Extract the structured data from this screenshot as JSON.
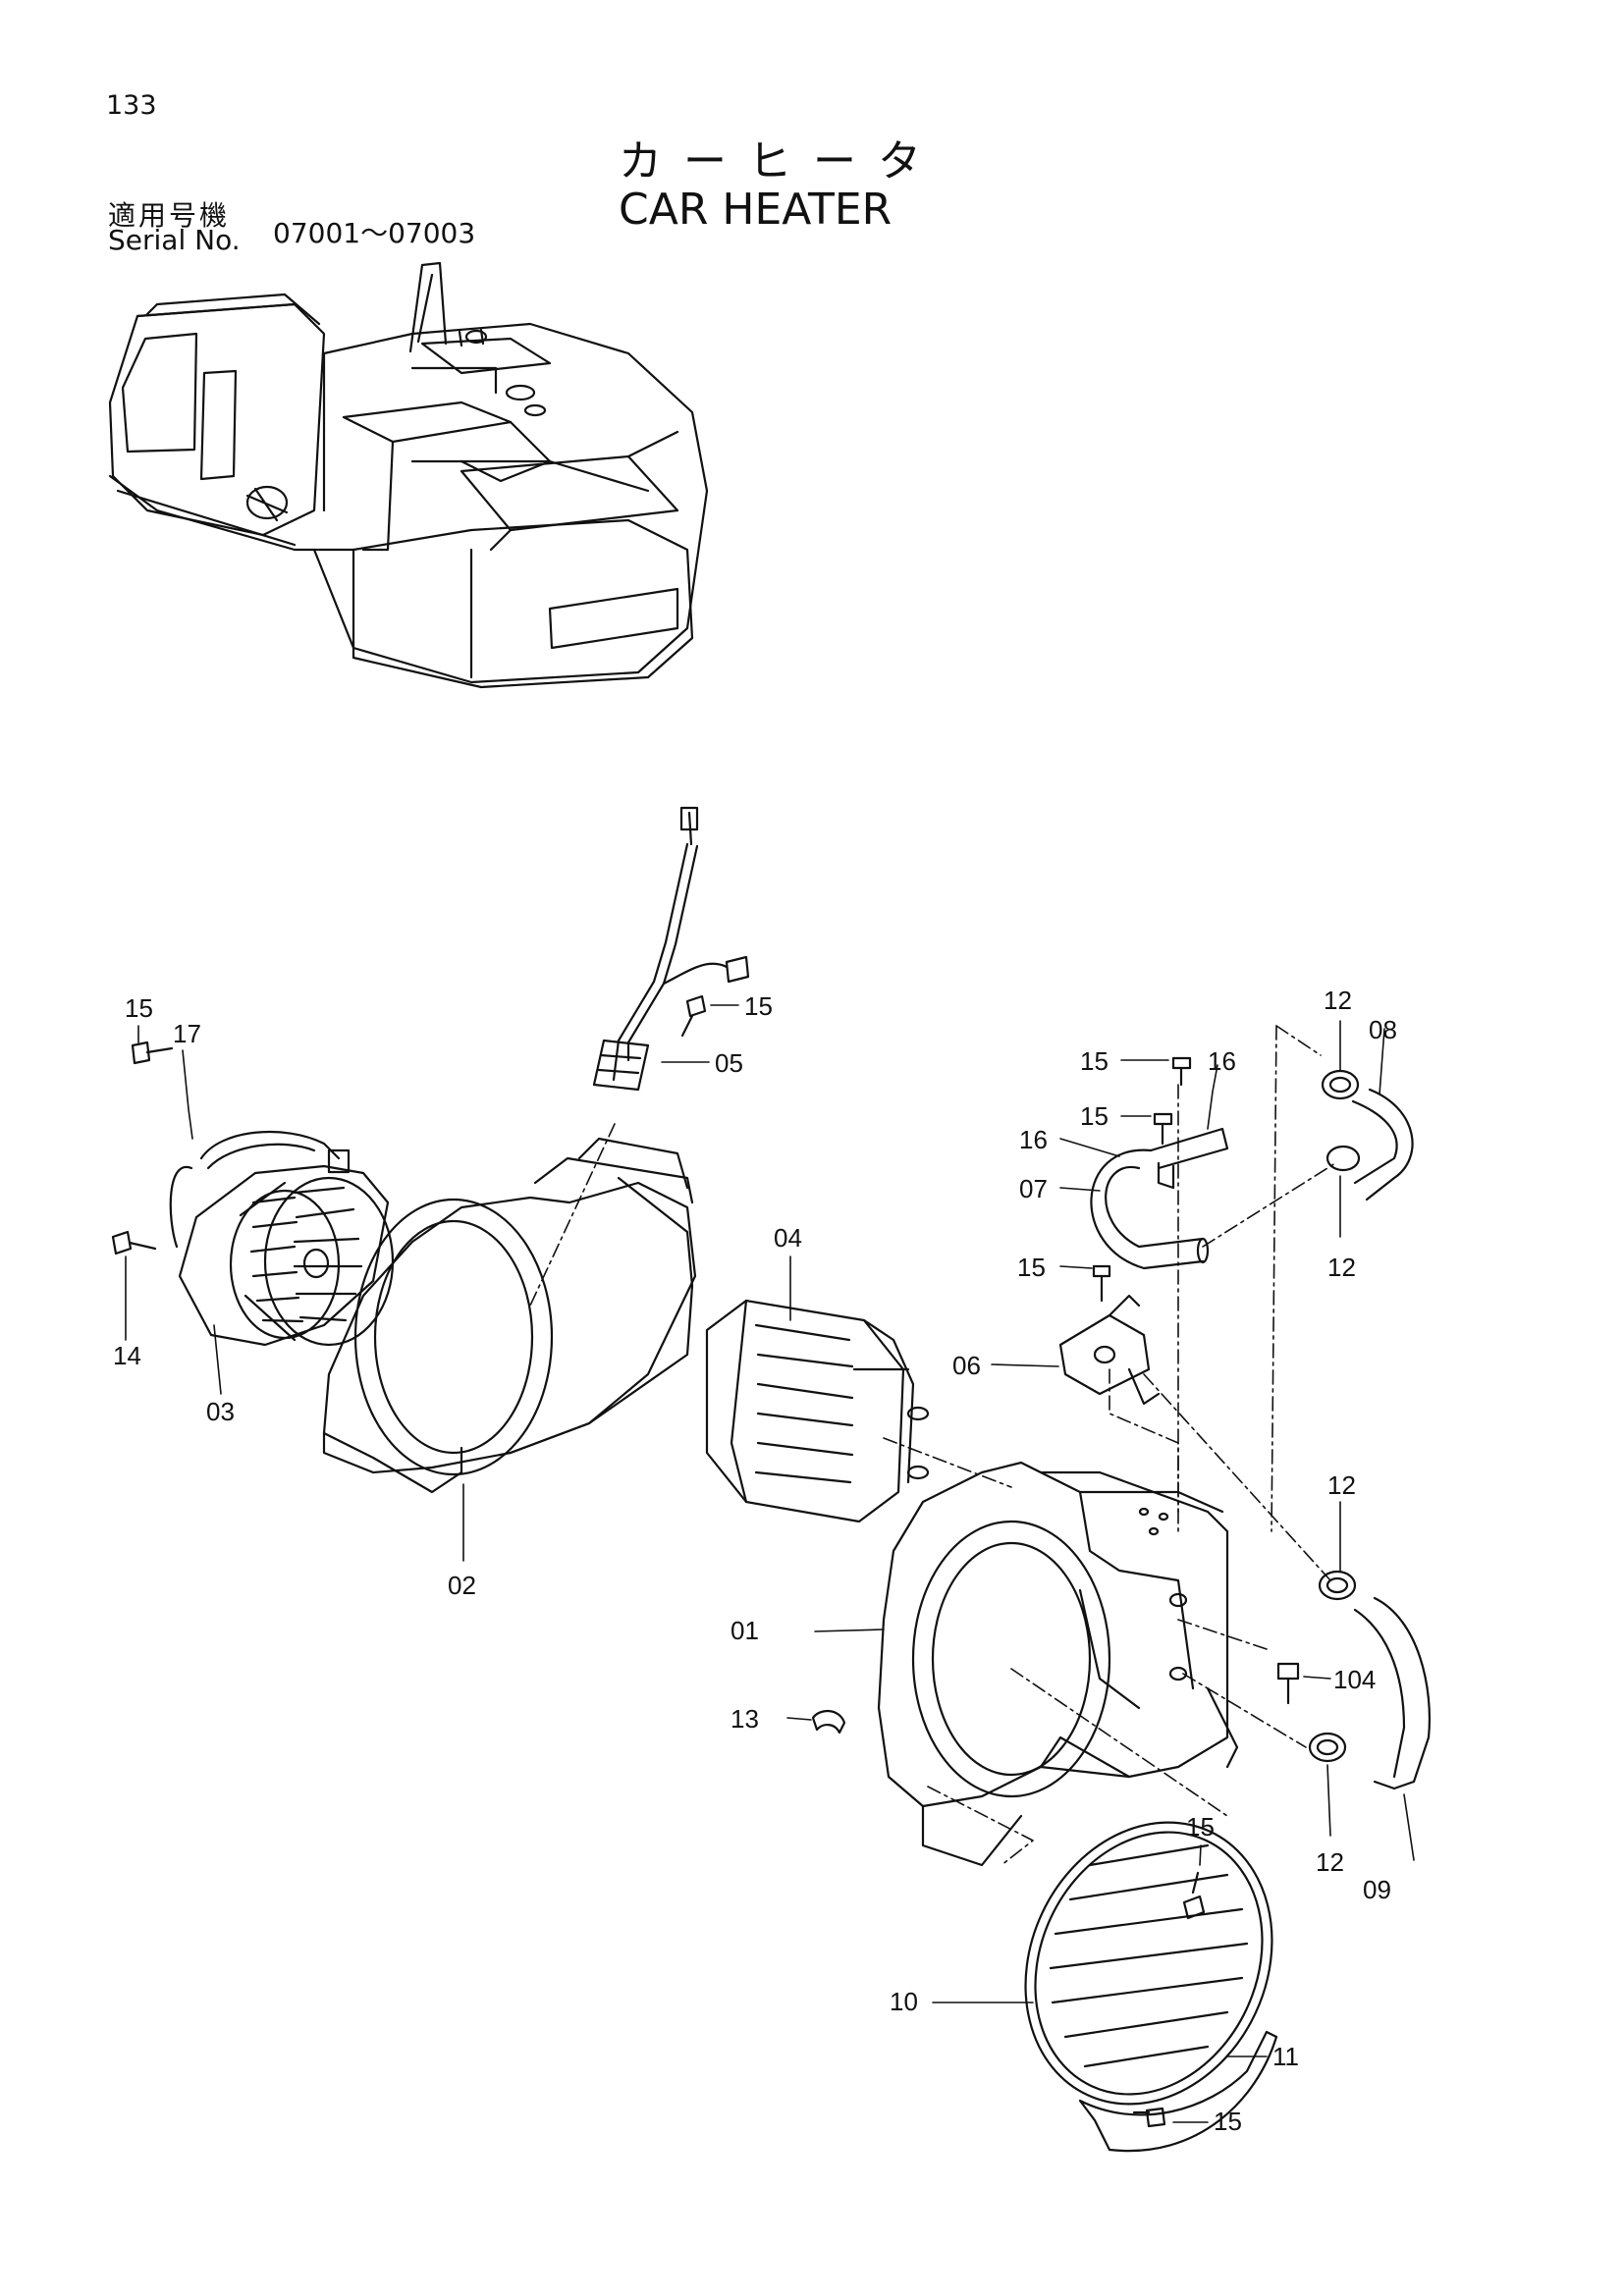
{
  "page_number": "133",
  "title_jp": "カ ー ヒ ー タ",
  "title_en": "CAR HEATER",
  "serial": {
    "label_jp": "適用号機",
    "label_en": "Serial No.",
    "range": "07001～07003"
  },
  "callouts": [
    "15",
    "17",
    "14",
    "03",
    "15",
    "05",
    "02",
    "04",
    "01",
    "13",
    "15",
    "16",
    "15",
    "16",
    "07",
    "12",
    "08",
    "12",
    "15",
    "06",
    "12",
    "104",
    "12",
    "09",
    "15",
    "10",
    "11",
    "15"
  ]
}
